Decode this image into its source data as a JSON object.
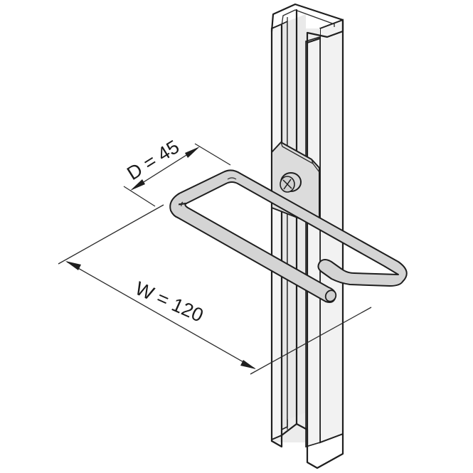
{
  "diagram": {
    "subject": "Wire cable hook mounted on C-profile rail",
    "dimensions": {
      "depth": {
        "label": "D = 45",
        "symbol": "D",
        "value": 45
      },
      "width": {
        "label": "W = 120",
        "symbol": "W",
        "value": 120
      }
    },
    "components": [
      {
        "name": "C-profile mounting rail"
      },
      {
        "name": "Mounting plate"
      },
      {
        "name": "Phillips screw"
      },
      {
        "name": "Wire cable hook"
      }
    ],
    "colors": {
      "background": "#ffffff",
      "outline": "#1e1e1e",
      "rail_fill": "#f0f0f0",
      "rail_shade": "#e2e2e2",
      "plate_fill": "#dcdcdc",
      "hook_fill": "#d4d4d4"
    }
  }
}
